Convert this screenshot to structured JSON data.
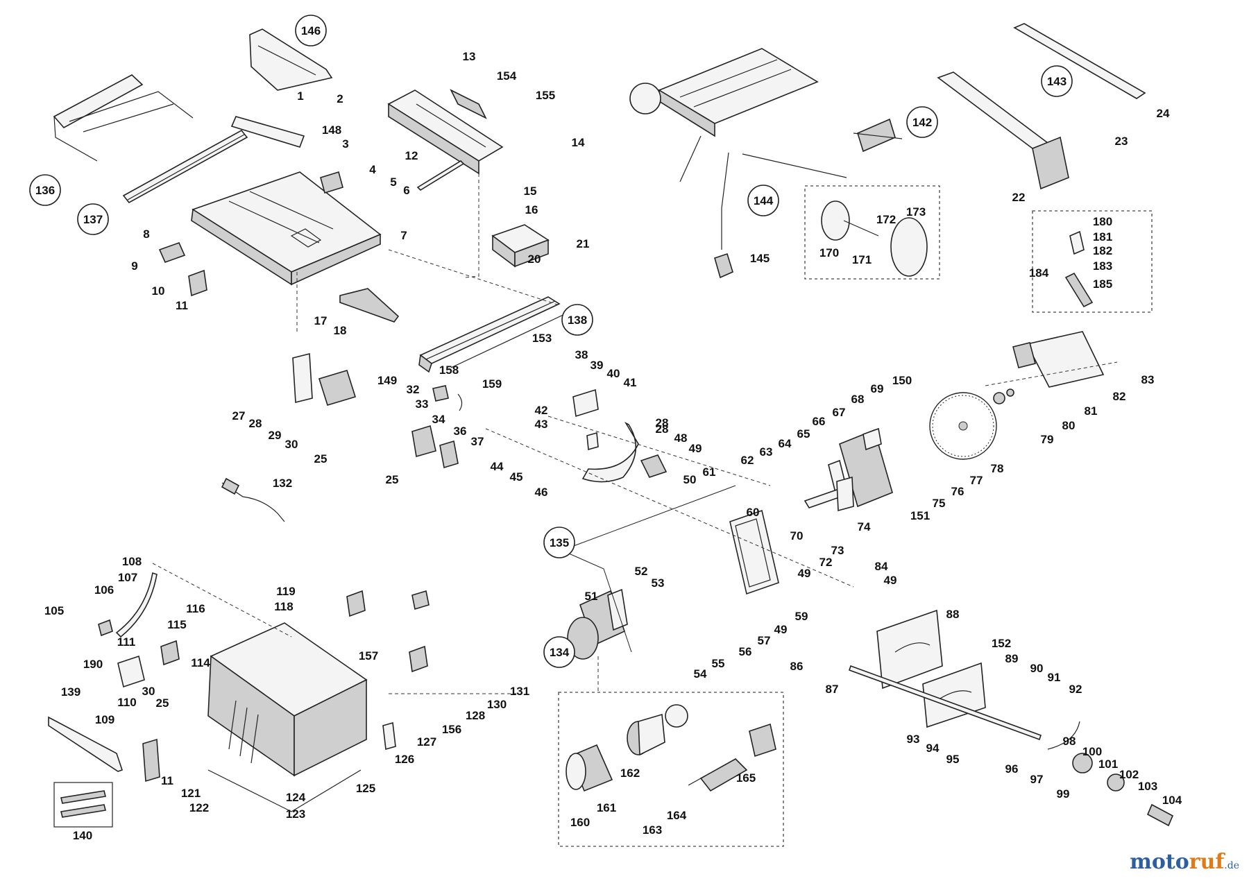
{
  "watermark": {
    "brand": "moto",
    "accent": "ruf",
    "tld": ".de",
    "colors": {
      "brand": "#2d5f9e",
      "accent": "#e07a18"
    }
  },
  "labels": [
    [
      "146",
      448,
      50,
      1
    ],
    [
      "1",
      433,
      144,
      0
    ],
    [
      "2",
      490,
      148,
      0
    ],
    [
      "148",
      478,
      193,
      0
    ],
    [
      "3",
      498,
      213,
      0
    ],
    [
      "4",
      537,
      250,
      0
    ],
    [
      "5",
      567,
      268,
      0
    ],
    [
      "6",
      586,
      280,
      0
    ],
    [
      "136",
      65,
      280,
      1
    ],
    [
      "137",
      134,
      322,
      1
    ],
    [
      "7",
      582,
      345,
      0
    ],
    [
      "8",
      211,
      343,
      0
    ],
    [
      "9",
      194,
      389,
      0
    ],
    [
      "10",
      228,
      425,
      0
    ],
    [
      "11",
      262,
      446,
      0
    ],
    [
      "13",
      676,
      87,
      0
    ],
    [
      "154",
      730,
      115,
      0
    ],
    [
      "155",
      786,
      143,
      0
    ],
    [
      "12",
      593,
      230,
      0
    ],
    [
      "14",
      833,
      211,
      0
    ],
    [
      "15",
      764,
      281,
      0
    ],
    [
      "16",
      766,
      308,
      0
    ],
    [
      "21",
      840,
      357,
      0
    ],
    [
      "20",
      770,
      379,
      0
    ],
    [
      "17",
      462,
      468,
      0
    ],
    [
      "18",
      490,
      482,
      0
    ],
    [
      "138",
      832,
      467,
      1
    ],
    [
      "153",
      781,
      493,
      0
    ],
    [
      "38",
      838,
      517,
      0
    ],
    [
      "39",
      860,
      532,
      0
    ],
    [
      "40",
      884,
      544,
      0
    ],
    [
      "41",
      908,
      557,
      0
    ],
    [
      "158",
      647,
      539,
      0
    ],
    [
      "159",
      709,
      559,
      0
    ],
    [
      "149",
      558,
      554,
      0
    ],
    [
      "32",
      595,
      567,
      0
    ],
    [
      "33",
      608,
      588,
      0
    ],
    [
      "34",
      632,
      610,
      0
    ],
    [
      "36",
      663,
      627,
      0
    ],
    [
      "37",
      688,
      642,
      0
    ],
    [
      "27",
      344,
      605,
      0
    ],
    [
      "28",
      368,
      616,
      0
    ],
    [
      "29",
      396,
      633,
      0
    ],
    [
      "30",
      420,
      646,
      0
    ],
    [
      "25",
      462,
      667,
      0
    ],
    [
      "25",
      565,
      697,
      0
    ],
    [
      "42",
      780,
      597,
      0
    ],
    [
      "43",
      780,
      617,
      0
    ],
    [
      "44",
      716,
      678,
      0
    ],
    [
      "45",
      744,
      693,
      0
    ],
    [
      "46",
      780,
      715,
      0
    ],
    [
      "28",
      954,
      615,
      0
    ],
    [
      "28",
      954,
      624,
      0
    ],
    [
      "48",
      981,
      637,
      0
    ],
    [
      "49",
      1002,
      652,
      0
    ],
    [
      "50",
      994,
      697,
      0
    ],
    [
      "61",
      1022,
      686,
      0
    ],
    [
      "62",
      1077,
      669,
      0
    ],
    [
      "63",
      1104,
      657,
      0
    ],
    [
      "64",
      1131,
      645,
      0
    ],
    [
      "65",
      1158,
      631,
      0
    ],
    [
      "66",
      1180,
      613,
      0
    ],
    [
      "67",
      1209,
      600,
      0
    ],
    [
      "68",
      1236,
      581,
      0
    ],
    [
      "69",
      1264,
      566,
      0
    ],
    [
      "150",
      1300,
      554,
      0
    ],
    [
      "132",
      407,
      702,
      0
    ],
    [
      "135",
      806,
      788,
      1
    ],
    [
      "134",
      806,
      946,
      1
    ],
    [
      "60",
      1085,
      744,
      0
    ],
    [
      "70",
      1148,
      778,
      0
    ],
    [
      "73",
      1207,
      799,
      0
    ],
    [
      "72",
      1190,
      816,
      0
    ],
    [
      "49",
      1159,
      832,
      0
    ],
    [
      "84",
      1270,
      822,
      0
    ],
    [
      "49",
      1283,
      842,
      0
    ],
    [
      "52",
      924,
      829,
      0
    ],
    [
      "53",
      948,
      846,
      0
    ],
    [
      "51",
      852,
      865,
      0
    ],
    [
      "59",
      1155,
      894,
      0
    ],
    [
      "49",
      1125,
      913,
      0
    ],
    [
      "57",
      1101,
      929,
      0
    ],
    [
      "56",
      1074,
      945,
      0
    ],
    [
      "55",
      1035,
      962,
      0
    ],
    [
      "54",
      1009,
      977,
      0
    ],
    [
      "86",
      1148,
      966,
      0
    ],
    [
      "87",
      1199,
      999,
      0
    ],
    [
      "88",
      1373,
      891,
      0
    ],
    [
      "152",
      1443,
      933,
      0
    ],
    [
      "89",
      1458,
      955,
      0
    ],
    [
      "90",
      1494,
      969,
      0
    ],
    [
      "91",
      1519,
      982,
      0
    ],
    [
      "92",
      1550,
      999,
      0
    ],
    [
      "93",
      1316,
      1071,
      0
    ],
    [
      "94",
      1344,
      1084,
      0
    ],
    [
      "95",
      1373,
      1100,
      0
    ],
    [
      "96",
      1458,
      1114,
      0
    ],
    [
      "97",
      1494,
      1129,
      0
    ],
    [
      "98",
      1541,
      1074,
      0
    ],
    [
      "99",
      1532,
      1150,
      0
    ],
    [
      "100",
      1574,
      1089,
      0
    ],
    [
      "101",
      1597,
      1107,
      0
    ],
    [
      "102",
      1627,
      1122,
      0
    ],
    [
      "103",
      1654,
      1139,
      0
    ],
    [
      "104",
      1689,
      1159,
      0
    ],
    [
      "74",
      1245,
      765,
      0
    ],
    [
      "151",
      1326,
      749,
      0
    ],
    [
      "75",
      1353,
      731,
      0
    ],
    [
      "76",
      1380,
      714,
      0
    ],
    [
      "77",
      1407,
      698,
      0
    ],
    [
      "78",
      1437,
      681,
      0
    ],
    [
      "79",
      1509,
      639,
      0
    ],
    [
      "80",
      1540,
      619,
      0
    ],
    [
      "81",
      1572,
      598,
      0
    ],
    [
      "82",
      1613,
      577,
      0
    ],
    [
      "83",
      1654,
      553,
      0
    ],
    [
      "24",
      1676,
      169,
      0
    ],
    [
      "23",
      1616,
      209,
      0
    ],
    [
      "22",
      1468,
      290,
      0
    ],
    [
      "143",
      1523,
      123,
      1
    ],
    [
      "142",
      1329,
      182,
      1
    ],
    [
      "144",
      1100,
      295,
      1
    ],
    [
      "145",
      1095,
      378,
      0
    ],
    [
      "170",
      1195,
      370,
      0
    ],
    [
      "171",
      1242,
      380,
      0
    ],
    [
      "172",
      1277,
      322,
      0
    ],
    [
      "173",
      1320,
      311,
      0
    ],
    [
      "180",
      1589,
      325,
      0
    ],
    [
      "181",
      1589,
      347,
      0
    ],
    [
      "182",
      1589,
      367,
      0
    ],
    [
      "183",
      1589,
      389,
      0
    ],
    [
      "184",
      1497,
      399,
      0
    ],
    [
      "185",
      1589,
      415,
      0
    ],
    [
      "108",
      190,
      815,
      0
    ],
    [
      "107",
      184,
      838,
      0
    ],
    [
      "106",
      150,
      856,
      0
    ],
    [
      "105",
      78,
      886,
      0
    ],
    [
      "111",
      182,
      931,
      0
    ],
    [
      "116",
      282,
      883,
      0
    ],
    [
      "115",
      255,
      906,
      0
    ],
    [
      "114",
      289,
      961,
      0
    ],
    [
      "119",
      412,
      858,
      0
    ],
    [
      "118",
      409,
      880,
      0
    ],
    [
      "190",
      134,
      963,
      0
    ],
    [
      "30",
      214,
      1002,
      0
    ],
    [
      "25",
      234,
      1019,
      0
    ],
    [
      "110",
      183,
      1018,
      0
    ],
    [
      "139",
      102,
      1003,
      0
    ],
    [
      "109",
      151,
      1043,
      0
    ],
    [
      "157",
      531,
      951,
      0
    ],
    [
      "131",
      749,
      1002,
      0
    ],
    [
      "130",
      716,
      1021,
      0
    ],
    [
      "128",
      685,
      1037,
      0
    ],
    [
      "156",
      651,
      1057,
      0
    ],
    [
      "127",
      615,
      1075,
      0
    ],
    [
      "126",
      583,
      1100,
      0
    ],
    [
      "11",
      241,
      1131,
      0
    ],
    [
      "121",
      275,
      1149,
      0
    ],
    [
      "122",
      287,
      1170,
      0
    ],
    [
      "125",
      527,
      1142,
      0
    ],
    [
      "124",
      426,
      1155,
      0
    ],
    [
      "123",
      426,
      1179,
      0
    ],
    [
      "140",
      119,
      1210,
      0
    ],
    [
      "162",
      908,
      1120,
      0
    ],
    [
      "165",
      1075,
      1127,
      0
    ],
    [
      "160",
      836,
      1191,
      0
    ],
    [
      "161",
      874,
      1170,
      0
    ],
    [
      "164",
      975,
      1181,
      0
    ],
    [
      "163",
      940,
      1202,
      0
    ]
  ]
}
